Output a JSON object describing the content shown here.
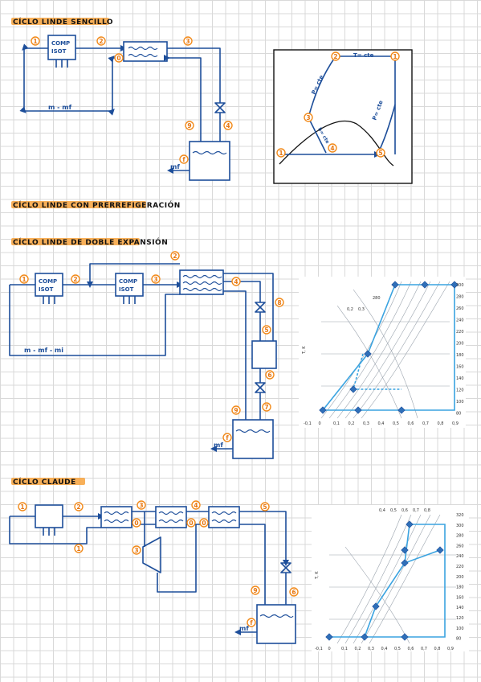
{
  "sections": {
    "linde_simple": "CÍCLO LINDE SENCILLO",
    "linde_precooling": "CÍCLO LINDE CON PRERREFIGERACIÓN",
    "linde_double": "CÍCLO LINDE DE DOBLE EXPANSIÓN",
    "claude": "CÍCLO CLAUDE"
  },
  "components": {
    "comp_line1": "COMP",
    "comp_line2": "ISOT"
  },
  "flows": {
    "simple_bypass": "m - mf",
    "double_bypass": "m - mf - mi",
    "liquid_out": "mf"
  },
  "node_labels": {
    "n1": "1",
    "n2": "2",
    "n3": "3",
    "n4": "4",
    "n5": "5",
    "n6": "6",
    "n7": "7",
    "n8": "8",
    "n9": "9",
    "n0": "0",
    "nf": "f"
  },
  "ts_diagram": {
    "isotherm": "T= cte",
    "isobar": "P= cte",
    "isenthalpic": "h= cte"
  },
  "chart1": {
    "ylabel": "T, K",
    "y_ticks": [
      "300",
      "280",
      "260",
      "240",
      "220",
      "200",
      "180",
      "160",
      "140",
      "120",
      "100",
      "80"
    ],
    "x_ticks": [
      "-0,1",
      "0",
      "0,1",
      "0,2",
      "0,3",
      "0,4",
      "0,5",
      "0,6",
      "0,7",
      "0,8",
      "0,9"
    ],
    "top_ticks": [
      "0,2",
      "0,3",
      "280"
    ]
  },
  "chart2": {
    "ylabel": "T, K",
    "y_ticks": [
      "320",
      "300",
      "280",
      "260",
      "240",
      "220",
      "200",
      "180",
      "160",
      "140",
      "120",
      "100",
      "80"
    ],
    "x_ticks": [
      "-0,1",
      "0",
      "0,1",
      "0,2",
      "0,3",
      "0,4",
      "0,5",
      "0,6",
      "0,7",
      "0,8",
      "0,9"
    ],
    "top_ticks": [
      "0,4",
      "0,5",
      "0,6",
      "0,7",
      "0,8"
    ]
  },
  "colors": {
    "ink": "#1d4e9a",
    "highlight": "#f7a23c",
    "node": "#e77610",
    "cycle": "#3aa3e0"
  }
}
